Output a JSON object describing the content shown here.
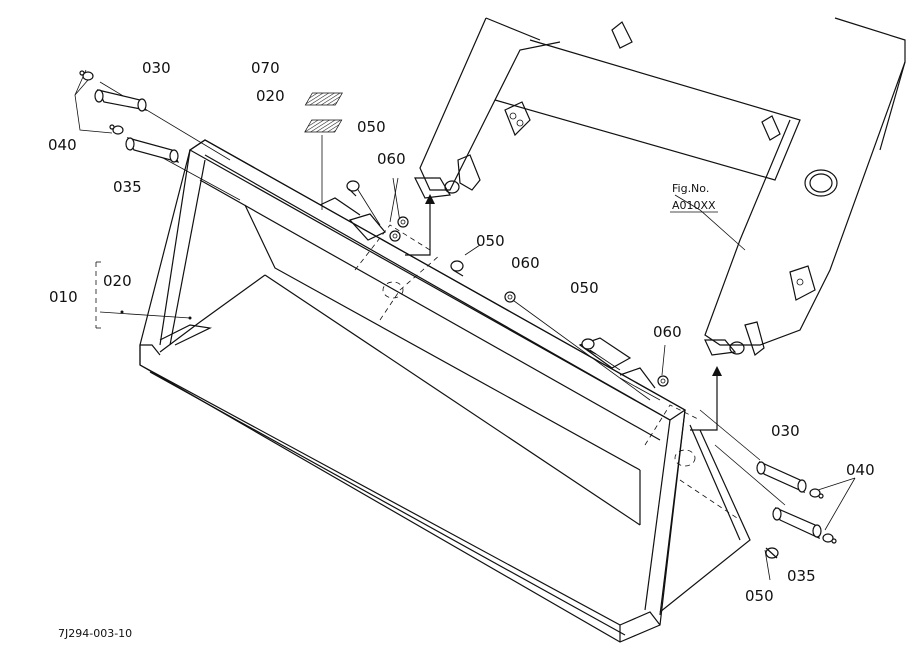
{
  "callouts": {
    "p030_top": "030",
    "p040_top": "040",
    "p035_top": "035",
    "p070": "070",
    "p020_shim": "020",
    "p050_a": "050",
    "p060_a": "060",
    "p050_b": "050",
    "p060_b": "060",
    "p050_c": "050",
    "p060_c": "060",
    "p010": "010",
    "p020_bucket": "020",
    "p030_right": "030",
    "p040_right": "040",
    "p035_right": "035",
    "p050_bottom": "050"
  },
  "fig_ref": {
    "label": "Fig.No.",
    "number": "A010XX"
  },
  "drawing_id": "7J294-003-10"
}
